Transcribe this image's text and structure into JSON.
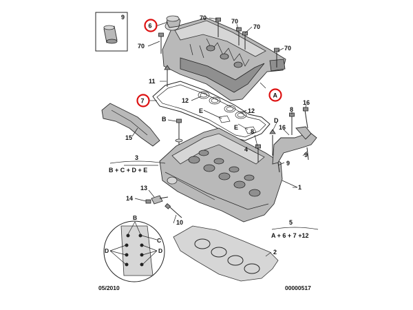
{
  "labels": {
    "p1": "1",
    "p2": "2",
    "p3": "3",
    "p3_formula": "B + C + D + E",
    "p5": "5",
    "p5_formula": "A + 6 + 7 +12",
    "p6": "6",
    "p7": "7",
    "p8": "8",
    "p9": "9",
    "p10": "10",
    "p11": "11",
    "p12": "12",
    "p13": "13",
    "p14": "14",
    "p15": "15",
    "p16": "16",
    "p70": "70",
    "A": "A",
    "B": "B",
    "C": "C",
    "D": "D",
    "E": "E"
  },
  "footer": {
    "date": "05/2010",
    "ref": "00000517"
  },
  "highlight_color": "#d11111"
}
